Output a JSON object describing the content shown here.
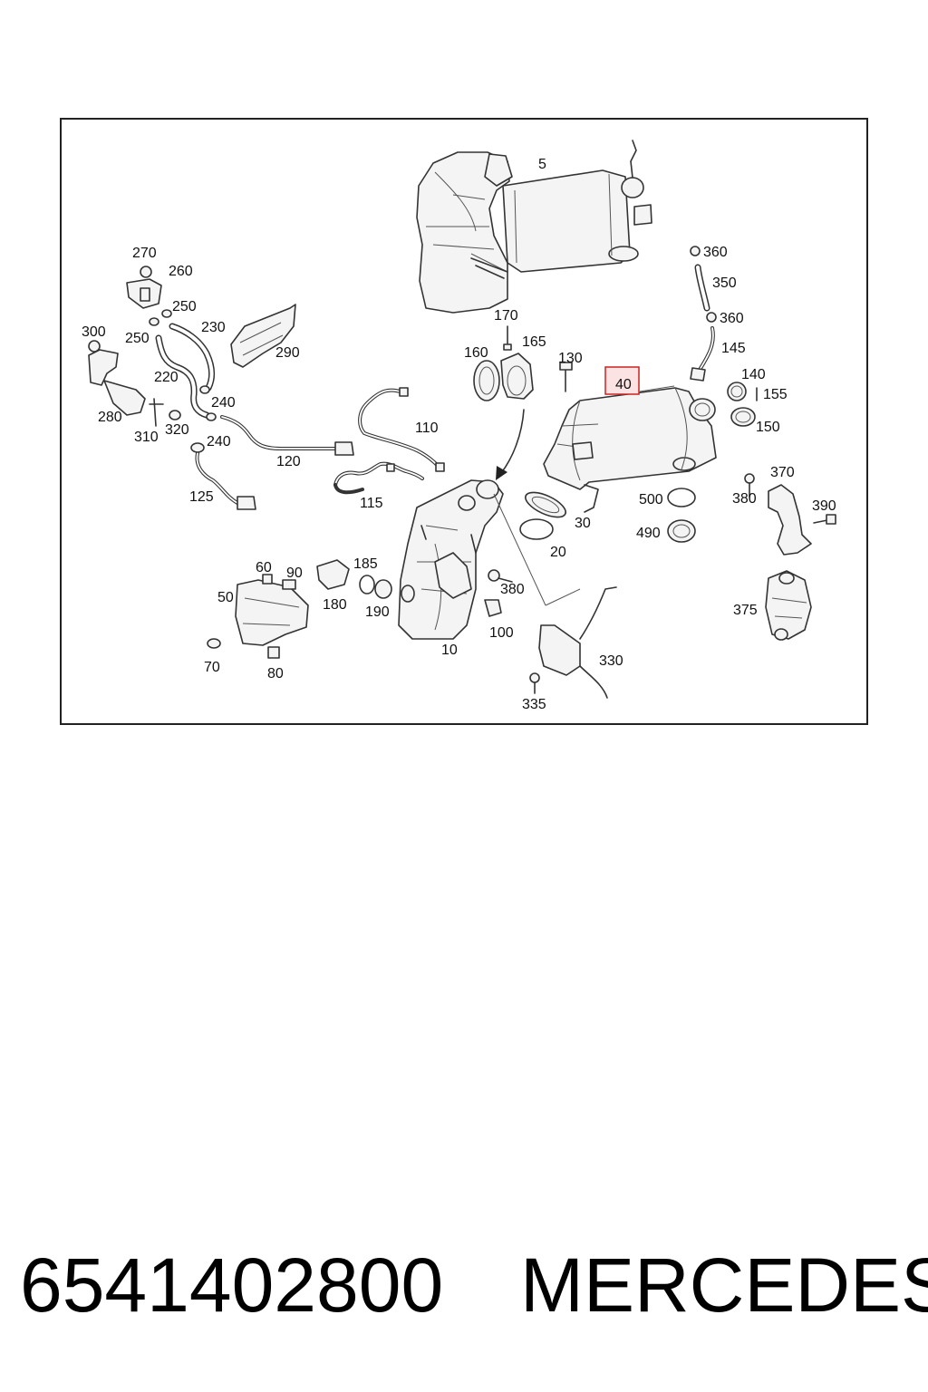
{
  "highlight": {
    "label": "40",
    "border_color": "#cc2222",
    "fill_color": "#fbe3e3"
  },
  "labels": [
    "5",
    "360",
    "350",
    "360",
    "145",
    "140",
    "155",
    "150",
    "270",
    "260",
    "250",
    "230",
    "250",
    "290",
    "300",
    "220",
    "240",
    "280",
    "310",
    "320",
    "240",
    "120",
    "125",
    "170",
    "165",
    "160",
    "130",
    "110",
    "115",
    "370",
    "380",
    "390",
    "500",
    "490",
    "30",
    "20",
    "375",
    "60",
    "90",
    "50",
    "185",
    "180",
    "190",
    "380",
    "100",
    "10",
    "330",
    "335",
    "70",
    "80"
  ],
  "caption": {
    "part_number": "6541402800",
    "brand": "MERCEDES"
  }
}
